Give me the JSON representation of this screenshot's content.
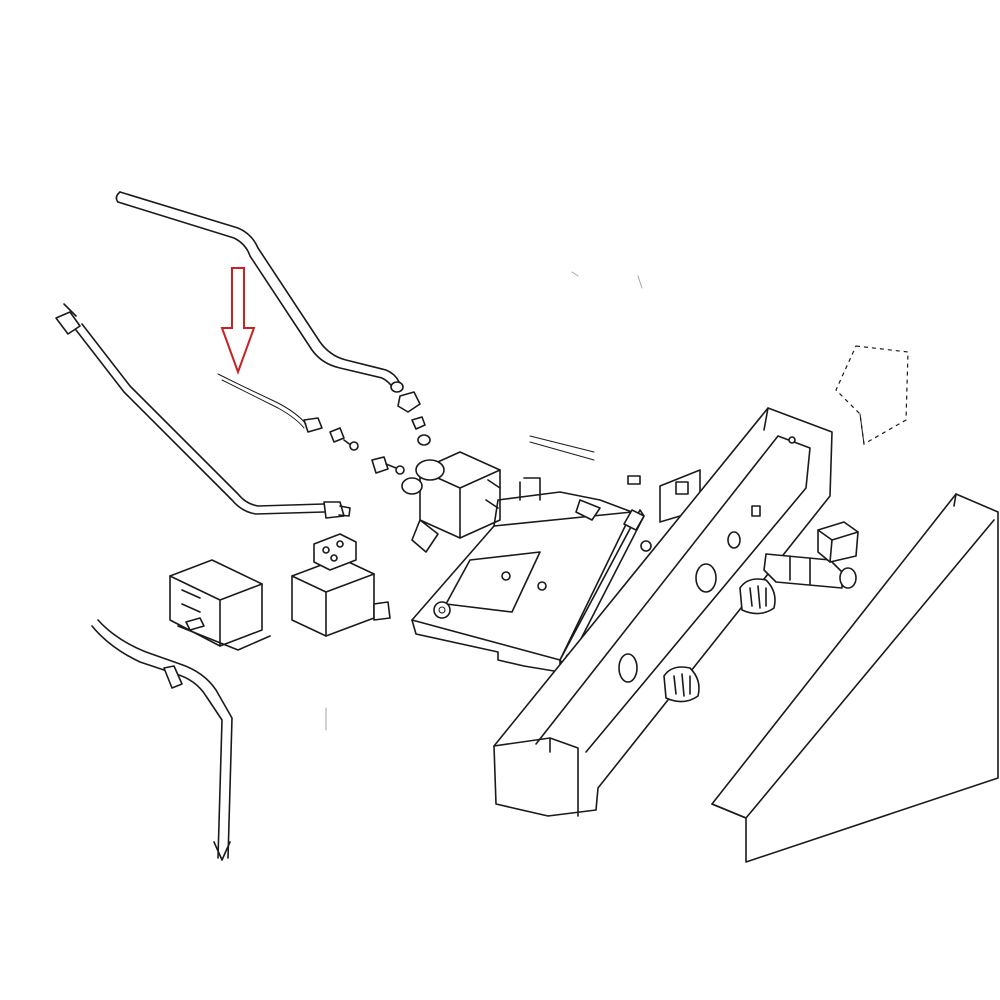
{
  "diagram": {
    "parts": [
      "gas-pipe-upper",
      "thermocouple-wire",
      "gas-tap-fittings",
      "gas-valve",
      "control-bracket-plate",
      "ignition-transformer",
      "solenoid-valve",
      "gas-pipe-lower",
      "control-panel-frame",
      "control-knob",
      "front-trim-panel",
      "panel-corner-cover"
    ],
    "colors": {
      "line": "#1a1a1a",
      "highlight_arrow": "#cc1f1f",
      "background": "#ffffff"
    }
  }
}
